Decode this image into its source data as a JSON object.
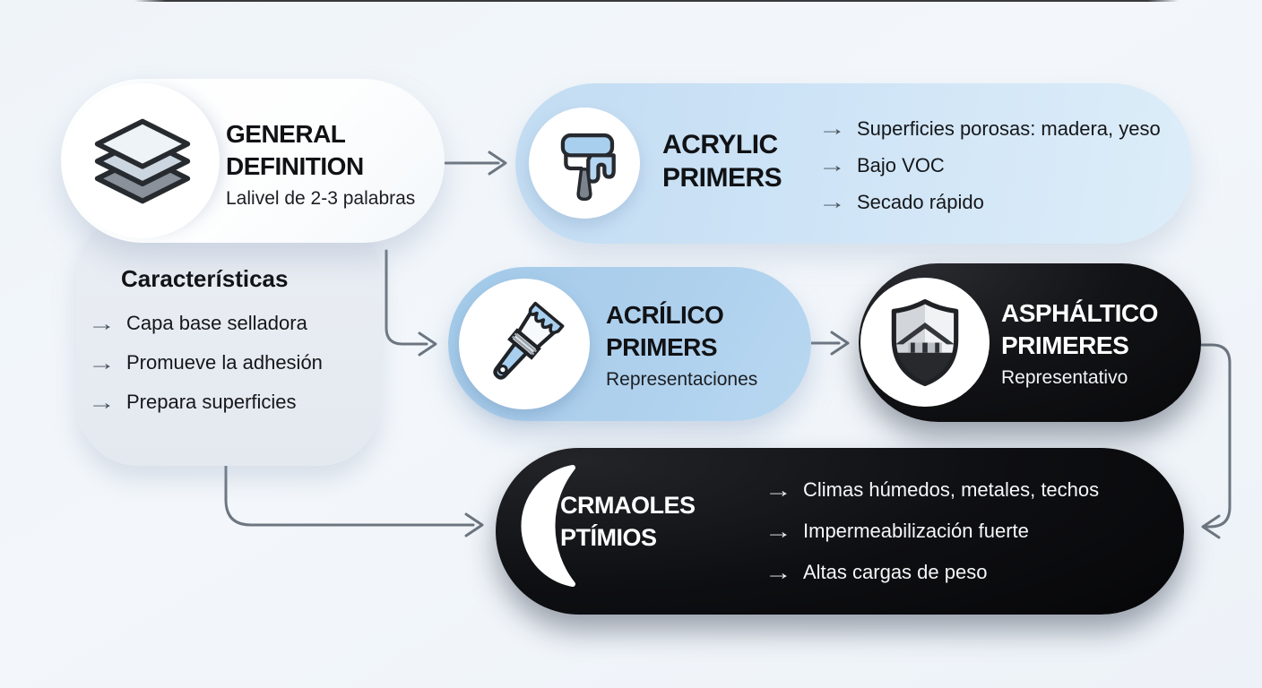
{
  "palette": {
    "background": "#f2f6fa",
    "light_blue_card": "#cfe3f6",
    "blue_card": "#aacfec",
    "black_card": "#0c0d10",
    "gray_panel": "#e7ebf2",
    "connector_gray": "#6d7680",
    "text_dark": "#131519",
    "text_light": "#ffffff"
  },
  "bullet_glyph": "→",
  "nodes": {
    "general_definition": {
      "icon": "layers-icon",
      "title_line1": "GENERAL",
      "title_line2": "DEFINITION",
      "subtitle": "Lalivel de 2-3 palabras"
    },
    "caracteristicas": {
      "heading": "Características",
      "items": [
        "Capa base selladora",
        "Promueve la adhesión",
        "Prepara superficies"
      ]
    },
    "acrylic_primers": {
      "icon": "paint-roller-icon",
      "title_line1": "ACRYLIC",
      "title_line2": "PRIMERS",
      "items": [
        "Superficies porosas: madera, yeso",
        "Bajo VOC",
        "Secado rápido"
      ]
    },
    "acrilico_primers": {
      "icon": "paint-brush-icon",
      "title_line1": "ACRÍLICO",
      "title_line2": "PRIMERS",
      "subtitle": "Representaciones"
    },
    "asphaltico_primeres": {
      "icon": "shield-house-icon",
      "title_line1": "ASPHÁLTICO",
      "title_line2": "PRIMERES",
      "subtitle": "Representativo"
    },
    "crmaoles_ptimios": {
      "icon": "crescent-icon",
      "title_line1": "CRMAOLES",
      "title_line2": "PTÍMIOS",
      "items": [
        "Climas húmedos, metales, techos",
        "Impermeabilización fuerte",
        "Altas cargas de peso"
      ]
    }
  }
}
